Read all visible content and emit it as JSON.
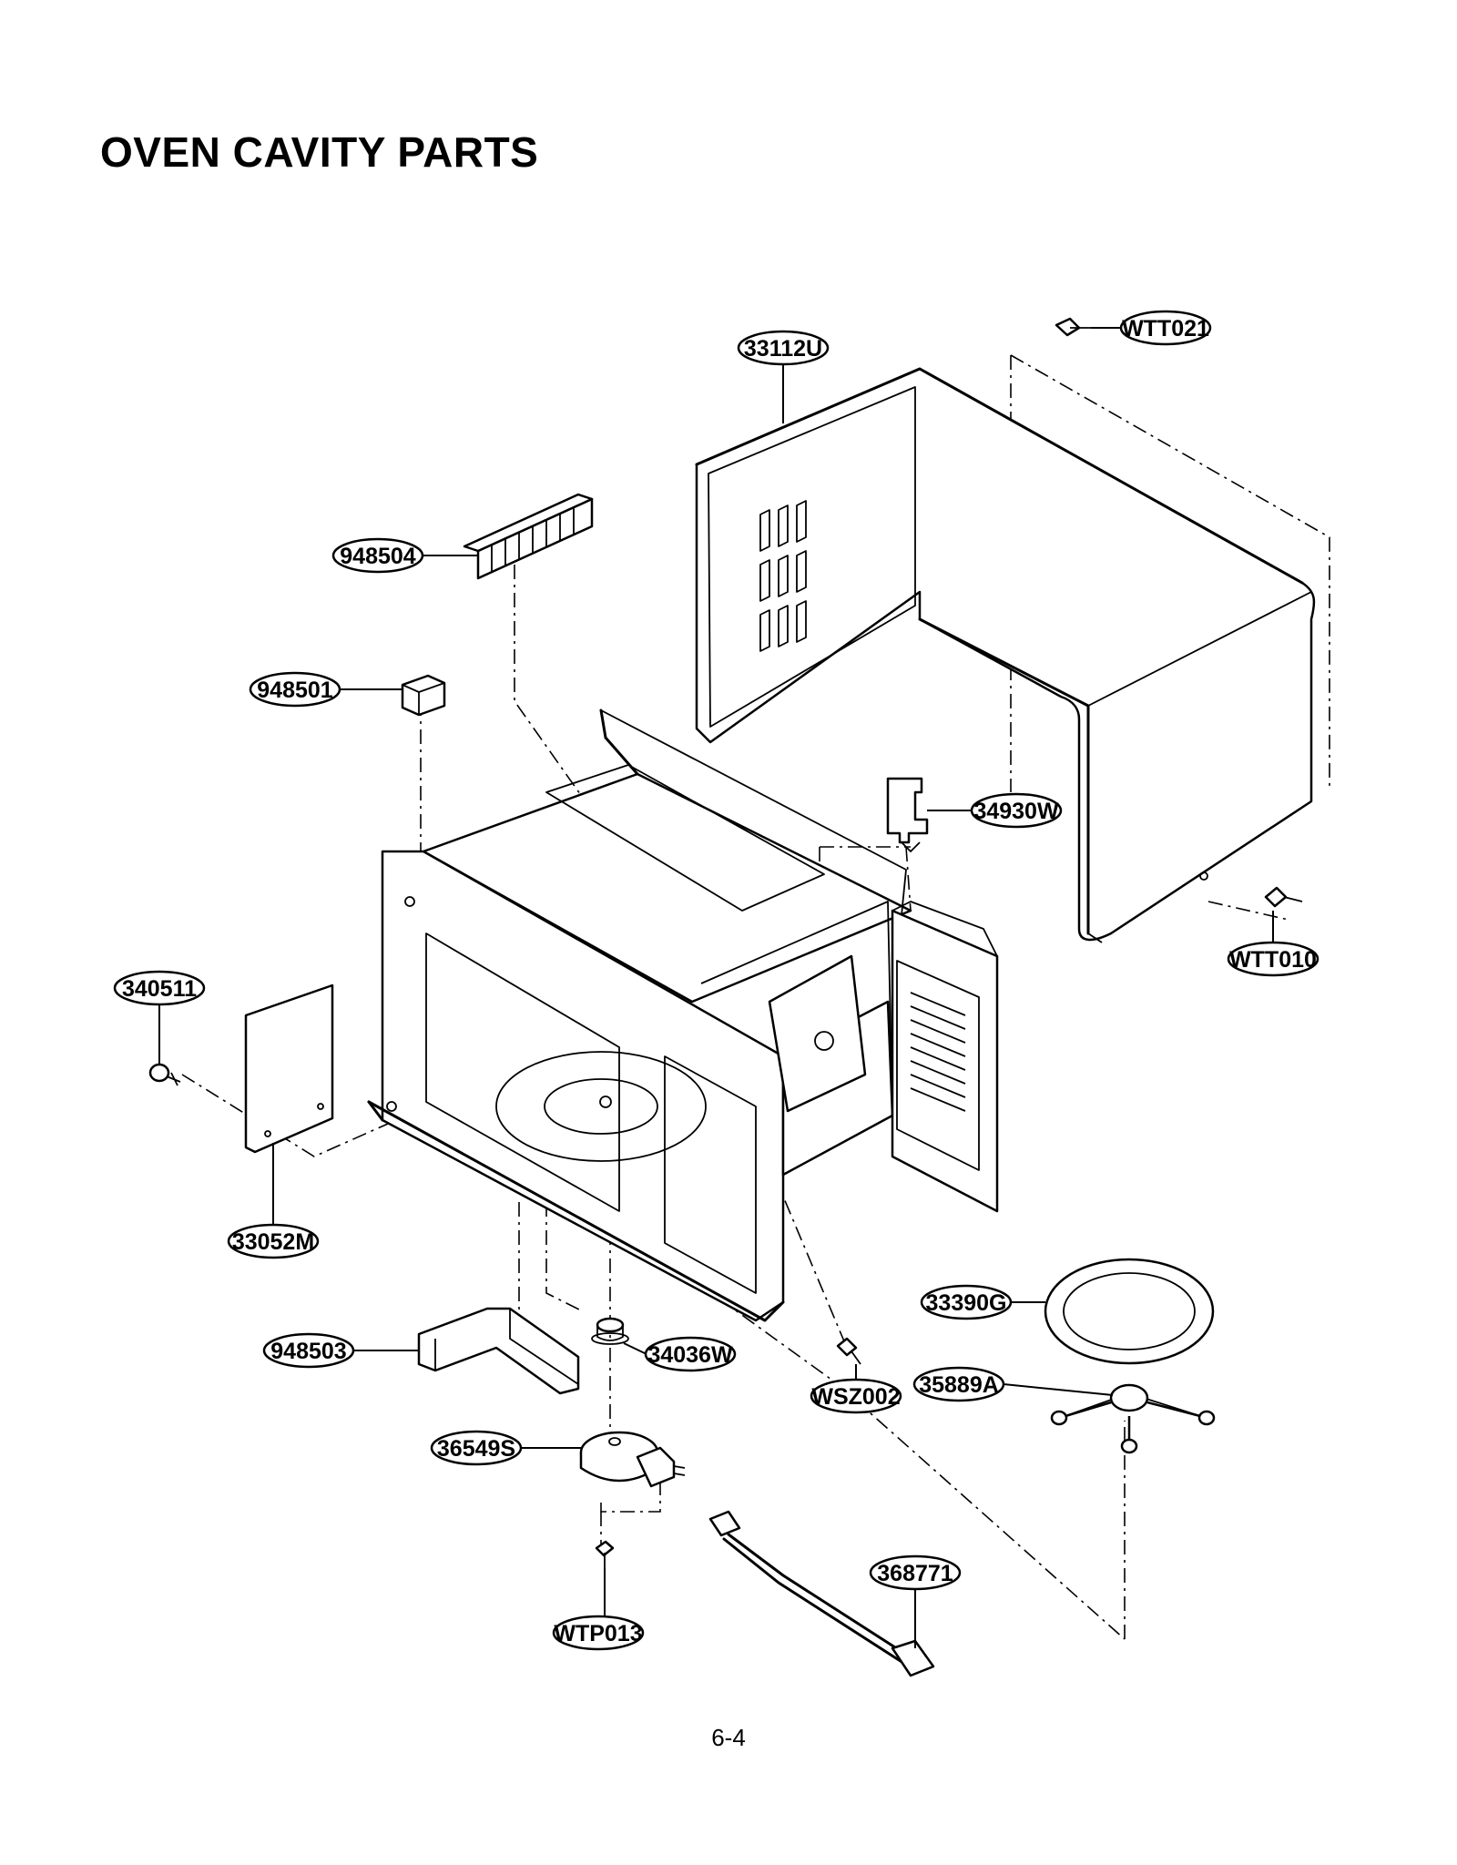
{
  "page": {
    "title": "OVEN CAVITY PARTS",
    "page_number": "6-4"
  },
  "parts": {
    "wtt021": "WTT021",
    "p33112u": "33112U",
    "p948504": "948504",
    "p948501": "948501",
    "p34930w": "34930W",
    "p340511": "340511",
    "wtt010": "WTT010",
    "p33052m": "33052M",
    "p33390g": "33390G",
    "p948503": "948503",
    "p34036w": "34036W",
    "p35889a": "35889A",
    "wsz002": "WSZ002",
    "p36549s": "36549S",
    "p368771": "368771",
    "wtp013": "WTP013"
  }
}
